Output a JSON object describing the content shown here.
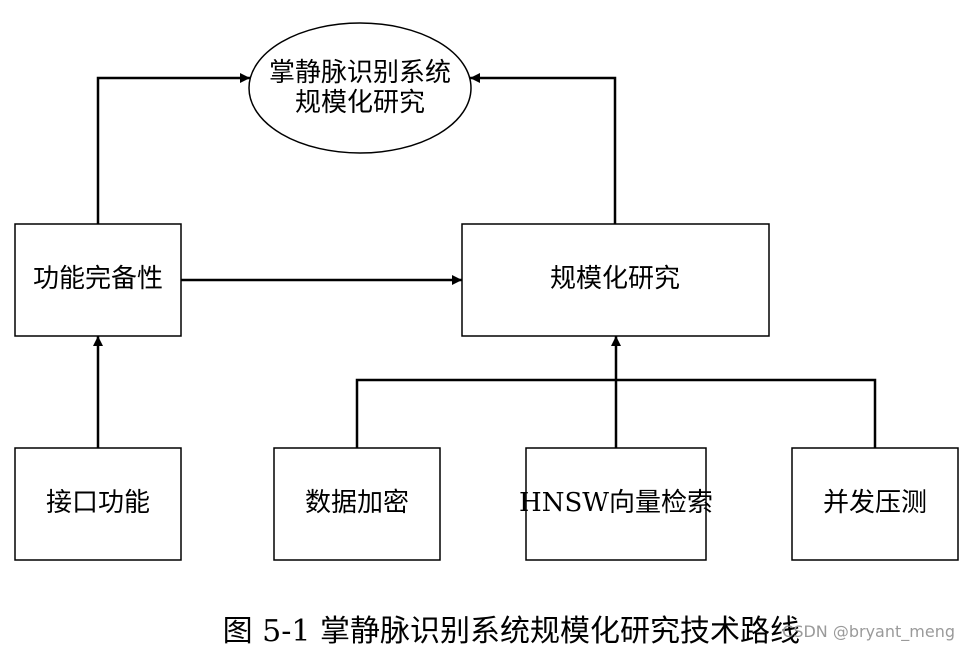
{
  "nodes": {
    "goal_line1": "掌静脉识别系统",
    "goal_line2": "规模化研究",
    "completeness": "功能完备性",
    "scale_research": "规模化研究",
    "interface": "接口功能",
    "encryption": "数据加密",
    "hnsw": "HNSW向量检索",
    "stress_test": "并发压测"
  },
  "caption": "图 5-1 掌静脉识别系统规模化研究技术路线",
  "watermark": "CSDN @bryant_meng",
  "colors": {
    "stroke": "#000000",
    "background": "#ffffff",
    "watermark": "#9a9a9a"
  }
}
